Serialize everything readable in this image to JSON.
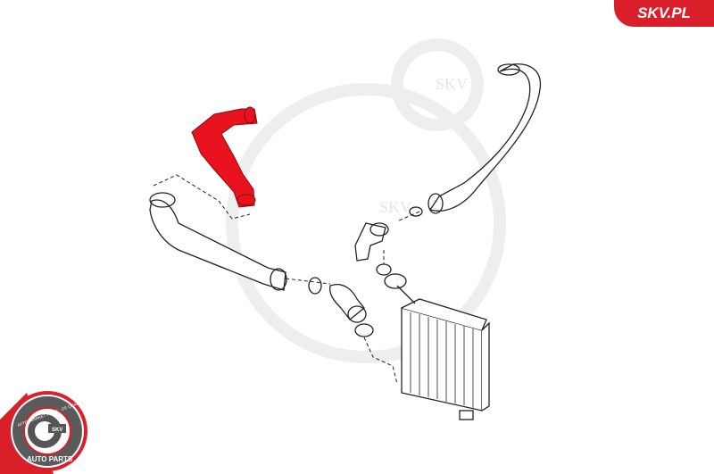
{
  "brand": {
    "label": "SKV.PL",
    "color": "#d9202a"
  },
  "watermark": {
    "text": "SKV"
  },
  "seal": {
    "top_text": "AFTERMARKET PRICE · OE QUALITY",
    "center_text": "SKV",
    "bottom_text": "AUTO PARTS"
  },
  "diagram": {
    "highlight_color": "#e8131f",
    "highlighted_part": "hose"
  }
}
